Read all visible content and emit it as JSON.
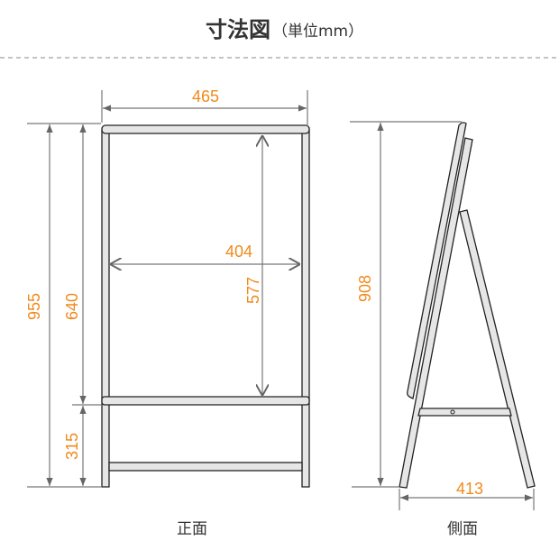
{
  "title": {
    "main": "寸法図",
    "unit": "（単位mm）"
  },
  "front_view": {
    "caption": "正面",
    "dimensions": {
      "width": "465",
      "total_height": "955",
      "panel_height": "640",
      "leg_height": "315",
      "inner_width": "404",
      "inner_height": "577"
    }
  },
  "side_view": {
    "caption": "側面",
    "dimensions": {
      "height": "908",
      "depth": "413"
    }
  },
  "colors": {
    "dimension_text": "#f08a1c",
    "lines": "#777777",
    "frame_fill": "#e6e6e6"
  }
}
